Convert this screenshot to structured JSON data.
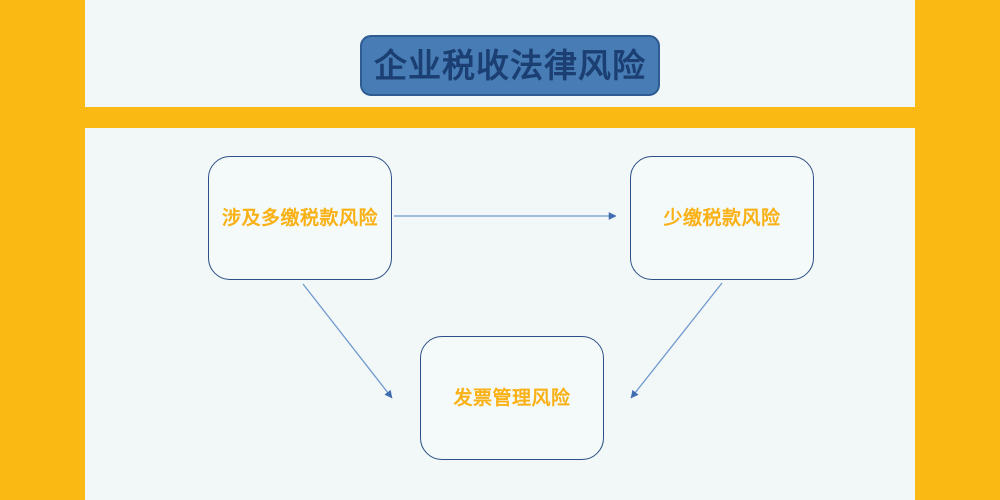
{
  "slide": {
    "title": "企业税收法律风险",
    "frame_color": "#fbb913",
    "panel_color": "#f2f7f7",
    "title_fill": "#477cb5",
    "title_border": "#2e5c92",
    "title_text_color": "#1c3f73",
    "node_text_color": "#f9b115",
    "node_border_color": "#2b4f86",
    "connector_color": "#5b86c4"
  },
  "diagram": {
    "nodes": [
      {
        "id": "overpay",
        "label": "涉及多缴税款风险"
      },
      {
        "id": "underpay",
        "label": "少缴税款风险"
      },
      {
        "id": "invoice",
        "label": "发票管理风险"
      }
    ],
    "connectors": [
      {
        "from": "overpay",
        "to": "underpay",
        "style": "arrow-right"
      },
      {
        "from": "overpay",
        "to": "invoice",
        "style": "arrow-down-right"
      },
      {
        "from": "underpay",
        "to": "invoice",
        "style": "arrow-down-left"
      }
    ]
  }
}
